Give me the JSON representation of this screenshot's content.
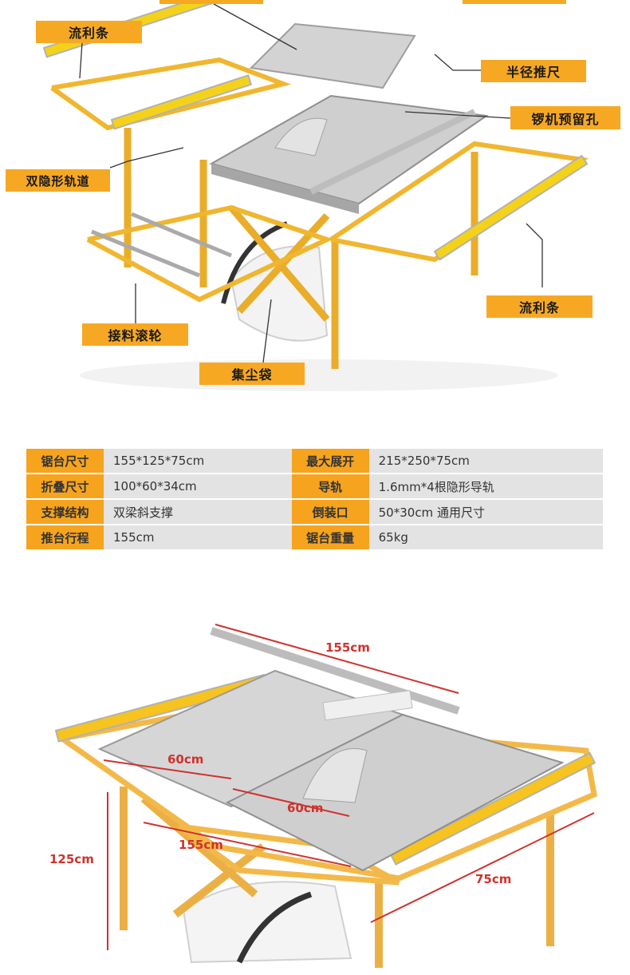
{
  "callouts": {
    "liulitiao_left": "流利条",
    "banjing_tuichi": "半径推尺",
    "luoji_yuliukong": "锣机预留孔",
    "shuang_yinxing_guidao": "双隐形轨道",
    "liulitiao_right": "流利条",
    "jieliao_gunlun": "接料滚轮",
    "jichen_dai": "集尘袋"
  },
  "specs": {
    "rows": [
      {
        "k1": "锯台尺寸",
        "v1": "155*125*75cm",
        "k2": "最大展开",
        "v2": "215*250*75cm"
      },
      {
        "k1": "折叠尺寸",
        "v1": "100*60*34cm",
        "k2": "导轨",
        "v2": "1.6mm*4根隐形导轨"
      },
      {
        "k1": "支撑结构",
        "v1": "双梁斜支撑",
        "k2": "倒装口",
        "v2": "50*30cm 通用尺寸"
      },
      {
        "k1": "推台行程",
        "v1": "155cm",
        "k2": "锯台重量",
        "v2": "65kg"
      }
    ]
  },
  "dimensions": {
    "fence_length": "155cm",
    "width_a": "60cm",
    "width_b": "60cm",
    "height": "125cm",
    "depth": "155cm",
    "table_height": "75cm"
  },
  "colors": {
    "frame": "#f0b62f",
    "callout_bg": "#f7a823",
    "dimension_red": "#d0322d",
    "steel": "#c9c9c9"
  }
}
